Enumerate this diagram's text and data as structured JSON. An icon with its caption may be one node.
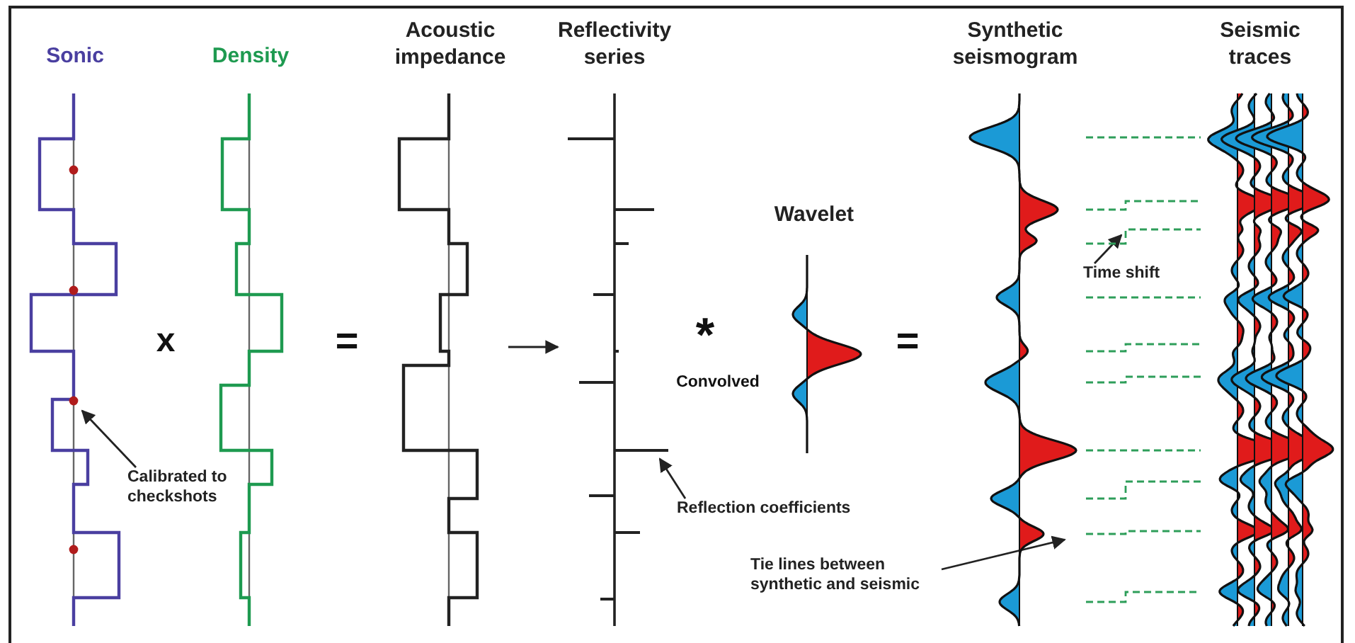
{
  "diagram": {
    "nodes": [
      {
        "text": [
          "Sonic"
        ]
      },
      {
        "text": [
          "Density"
        ]
      },
      {
        "text": [
          "Acoustic impedance"
        ]
      },
      {
        "text": [
          "Reflectivity series"
        ]
      },
      {
        "text": [
          "Wavelet"
        ]
      },
      {
        "text": [
          "Synthetic seismogram"
        ]
      },
      {
        "text": [
          "Seismic traces"
        ]
      },
      {
        "text": [
          "Calibrated to checkshots"
        ]
      },
      {
        "text": [
          "Reflection coefficients"
        ]
      },
      {
        "text": [
          "Time shift"
        ]
      },
      {
        "text": [
          "Tie lines between synthetic and seismic"
        ]
      }
    ],
    "edges": [
      {
        "from": 7,
        "to": 0,
        "arrow": "to",
        "color": "#222222"
      },
      {
        "from": 2,
        "to": 3,
        "arrow": "to",
        "color": "#222222"
      },
      {
        "from": 8,
        "to": 3,
        "arrow": "to",
        "color": "#222222"
      },
      {
        "from": 9,
        "to": null,
        "arrow": "to",
        "color": "#222222"
      },
      {
        "from": 10,
        "to": 5,
        "arrow": "to",
        "color": "#222222"
      },
      {
        "from": 5,
        "to": 6,
        "arrow": "none",
        "style": "dashed",
        "color": "#2e9e5a"
      },
      {
        "from": 5,
        "to": 6,
        "arrow": "none",
        "style": "dashed",
        "color": "#2e9e5a"
      },
      {
        "from": 5,
        "to": 6,
        "arrow": "none",
        "style": "dashed",
        "color": "#2e9e5a"
      },
      {
        "from": 5,
        "to": 6,
        "arrow": "none",
        "style": "dashed",
        "color": "#2e9e5a"
      },
      {
        "from": 5,
        "to": 6,
        "arrow": "none",
        "style": "dashed",
        "color": "#2e9e5a"
      },
      {
        "from": 5,
        "to": 6,
        "arrow": "none",
        "style": "dashed",
        "color": "#2e9e5a"
      },
      {
        "from": 5,
        "to": 6,
        "arrow": "none",
        "style": "dashed",
        "color": "#2e9e5a"
      },
      {
        "from": 5,
        "to": 6,
        "arrow": "none",
        "style": "dashed",
        "color": "#2e9e5a"
      },
      {
        "from": 5,
        "to": 6,
        "arrow": "none",
        "style": "dashed",
        "color": "#2e9e5a"
      },
      {
        "from": 5,
        "to": 6,
        "arrow": "none",
        "style": "dashed",
        "color": "#2e9e5a"
      }
    ],
    "labels": [
      "x",
      "=",
      "*",
      "Convolved",
      "="
    ]
  }
}
